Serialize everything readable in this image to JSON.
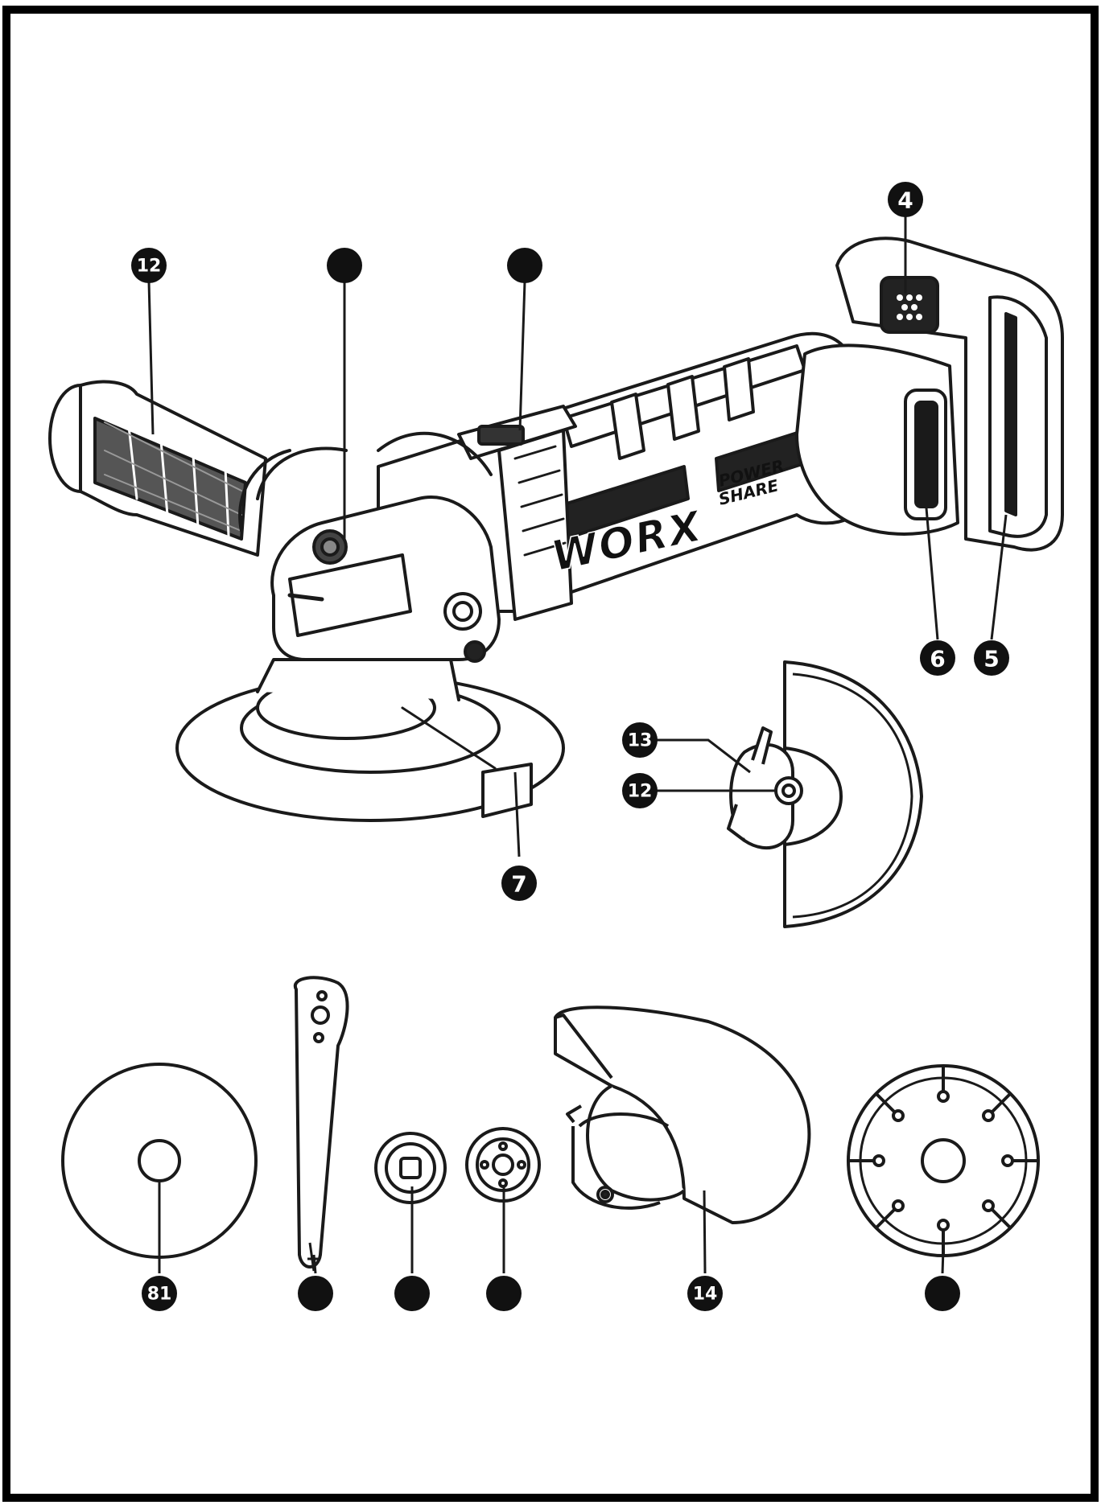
{
  "figure": {
    "brand_label": "WORX",
    "badge_line1": "POWER",
    "badge_line2": "SHARE",
    "border_color": "#000000",
    "line_color": "#1a1a1a"
  },
  "callouts": [
    {
      "id": "aux-handle",
      "label": "12"
    },
    {
      "id": "spindle-lock",
      "label": ""
    },
    {
      "id": "switch",
      "label": ""
    },
    {
      "id": "battery-indicator",
      "label": "4"
    },
    {
      "id": "battery-release",
      "label": "6"
    },
    {
      "id": "battery-pack",
      "label": "5"
    },
    {
      "id": "guard",
      "label": "7"
    },
    {
      "id": "guard-lever",
      "label": "13"
    },
    {
      "id": "guard-bolt",
      "label": "12"
    },
    {
      "id": "grinding-disc",
      "label": "81"
    },
    {
      "id": "spanner",
      "label": ""
    },
    {
      "id": "inner-flange",
      "label": ""
    },
    {
      "id": "outer-flange",
      "label": ""
    },
    {
      "id": "cutting-guard",
      "label": "14"
    },
    {
      "id": "diamond-disc",
      "label": ""
    }
  ]
}
